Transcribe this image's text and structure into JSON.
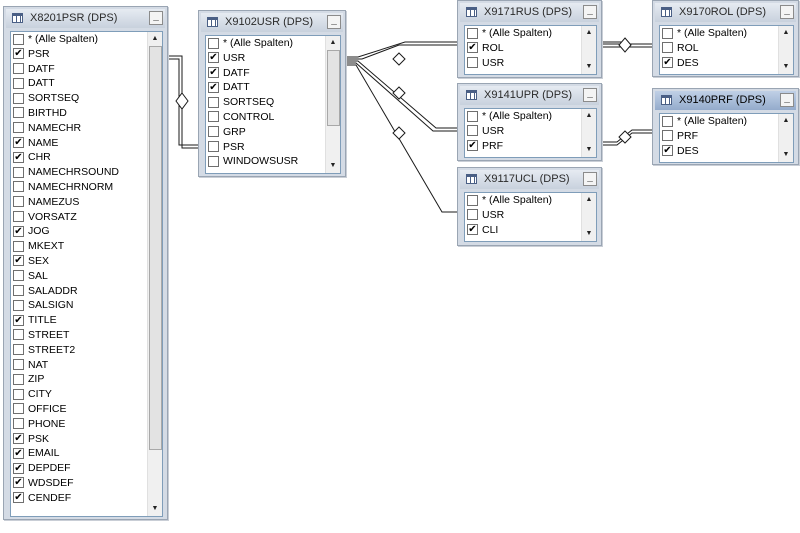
{
  "tables": [
    {
      "title": "X8201PSR (DPS)",
      "active": false,
      "columns": [
        {
          "label": "* (Alle Spalten)",
          "checked": false
        },
        {
          "label": "PSR",
          "checked": true
        },
        {
          "label": "DATF",
          "checked": false
        },
        {
          "label": "DATT",
          "checked": false
        },
        {
          "label": "SORTSEQ",
          "checked": false
        },
        {
          "label": "BIRTHD",
          "checked": false
        },
        {
          "label": "NAMECHR",
          "checked": false
        },
        {
          "label": "NAME",
          "checked": true
        },
        {
          "label": "CHR",
          "checked": true
        },
        {
          "label": "NAMECHRSOUND",
          "checked": false
        },
        {
          "label": "NAMECHRNORM",
          "checked": false
        },
        {
          "label": "NAMEZUS",
          "checked": false
        },
        {
          "label": "VORSATZ",
          "checked": false
        },
        {
          "label": "JOG",
          "checked": true
        },
        {
          "label": "MKEXT",
          "checked": false
        },
        {
          "label": "SEX",
          "checked": true
        },
        {
          "label": "SAL",
          "checked": false
        },
        {
          "label": "SALADDR",
          "checked": false
        },
        {
          "label": "SALSIGN",
          "checked": false
        },
        {
          "label": "TITLE",
          "checked": true
        },
        {
          "label": "STREET",
          "checked": false
        },
        {
          "label": "STREET2",
          "checked": false
        },
        {
          "label": "NAT",
          "checked": false
        },
        {
          "label": "ZIP",
          "checked": false
        },
        {
          "label": "CITY",
          "checked": false
        },
        {
          "label": "OFFICE",
          "checked": false
        },
        {
          "label": "PHONE",
          "checked": false
        },
        {
          "label": "PSK",
          "checked": true
        },
        {
          "label": "EMAIL",
          "checked": true
        },
        {
          "label": "DEPDEF",
          "checked": true
        },
        {
          "label": "WDSDEF",
          "checked": true
        },
        {
          "label": "CENDEF",
          "checked": true
        }
      ]
    },
    {
      "title": "X9102USR (DPS)",
      "active": false,
      "columns": [
        {
          "label": "* (Alle Spalten)",
          "checked": false
        },
        {
          "label": "USR",
          "checked": true
        },
        {
          "label": "DATF",
          "checked": true
        },
        {
          "label": "DATT",
          "checked": true
        },
        {
          "label": "SORTSEQ",
          "checked": false
        },
        {
          "label": "CONTROL",
          "checked": false
        },
        {
          "label": "GRP",
          "checked": false
        },
        {
          "label": "PSR",
          "checked": false
        },
        {
          "label": "WINDOWSUSR",
          "checked": false
        }
      ]
    },
    {
      "title": "X9171RUS (DPS)",
      "active": false,
      "columns": [
        {
          "label": "* (Alle Spalten)",
          "checked": false
        },
        {
          "label": "ROL",
          "checked": true
        },
        {
          "label": "USR",
          "checked": false
        }
      ]
    },
    {
      "title": "X9170ROL (DPS)",
      "active": false,
      "columns": [
        {
          "label": "* (Alle Spalten)",
          "checked": false
        },
        {
          "label": "ROL",
          "checked": false
        },
        {
          "label": "DES",
          "checked": true
        }
      ]
    },
    {
      "title": "X9141UPR (DPS)",
      "active": false,
      "columns": [
        {
          "label": "* (Alle Spalten)",
          "checked": false
        },
        {
          "label": "USR",
          "checked": false
        },
        {
          "label": "PRF",
          "checked": true
        }
      ]
    },
    {
      "title": "X9140PRF (DPS)",
      "active": true,
      "columns": [
        {
          "label": "* (Alle Spalten)",
          "checked": false
        },
        {
          "label": "PRF",
          "checked": false
        },
        {
          "label": "DES",
          "checked": true
        }
      ]
    },
    {
      "title": "X9117UCL (DPS)",
      "active": false,
      "columns": [
        {
          "label": "* (Alle Spalten)",
          "checked": false
        },
        {
          "label": "USR",
          "checked": false
        },
        {
          "label": "CLI",
          "checked": true
        }
      ]
    }
  ],
  "minimize_glyph": "_",
  "check_glyph": "✔",
  "scroll_up_glyph": "▲",
  "scroll_down_glyph": "▼",
  "colors": {
    "active_header": "#94abcc",
    "panel": "#d4dbe5",
    "connector": "#1a1a1a"
  }
}
